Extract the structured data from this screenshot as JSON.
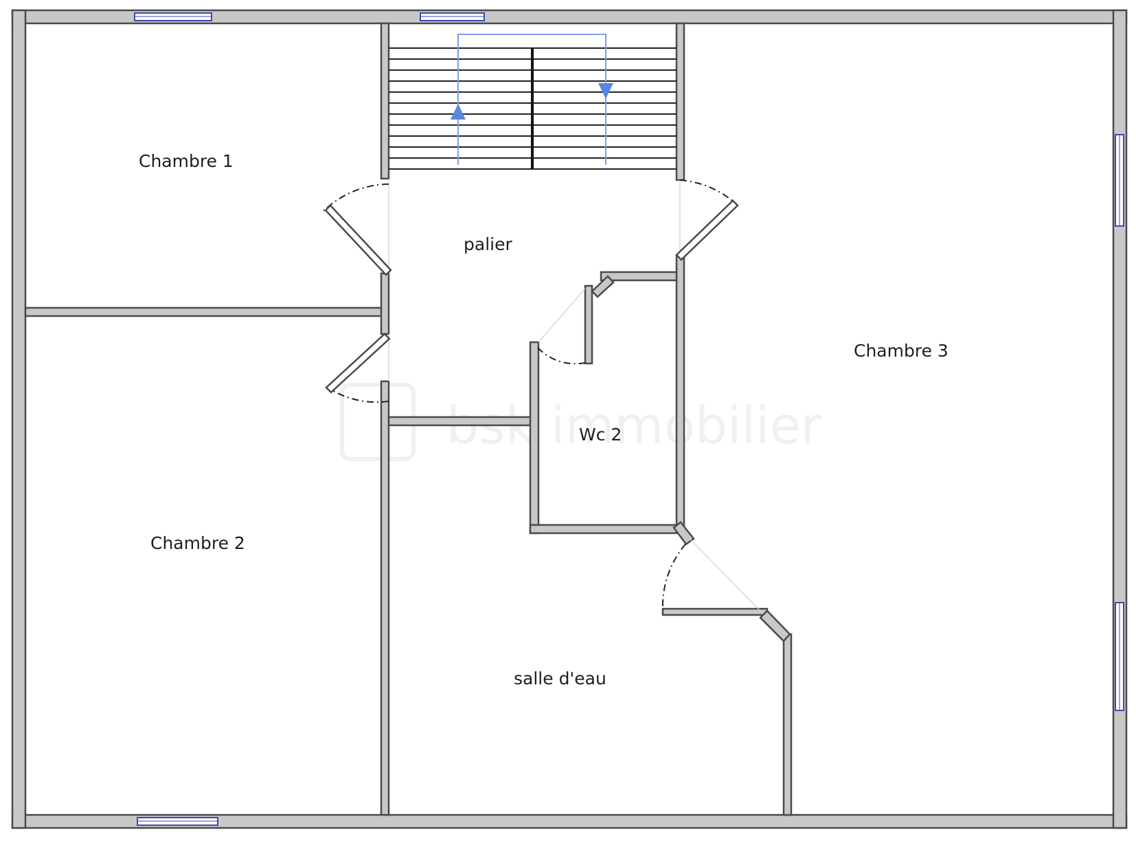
{
  "rooms": {
    "chambre_1": "Chambre 1",
    "chambre_2": "Chambre 2",
    "chambre_3": "Chambre 3",
    "palier": "palier",
    "wc_2": "Wc 2",
    "salle_deau": "salle d'eau"
  },
  "watermark": "bsk immobilier",
  "colors": {
    "wall_fill": "#c8c8c8",
    "wall_stroke": "#4a4a4a",
    "window": "#3b49b0",
    "stair_arrow": "#5b86e0"
  }
}
